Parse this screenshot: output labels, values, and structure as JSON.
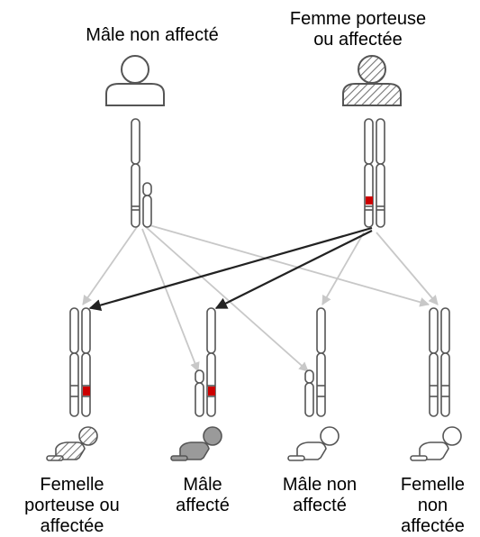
{
  "parents": {
    "father": {
      "label": "Mâle non affecté"
    },
    "mother": {
      "label_line1": "Femme porteuse",
      "label_line2": "ou affectée"
    }
  },
  "children": [
    {
      "label_line1": "Femelle",
      "label_line2": "porteuse ou",
      "label_line3": "affectée",
      "sex": "female",
      "status": "carrier"
    },
    {
      "label_line1": "Mâle",
      "label_line2": "affecté",
      "sex": "male",
      "status": "affected"
    },
    {
      "label_line1": "Mâle non",
      "label_line2": "affecté",
      "sex": "male",
      "status": "unaffected"
    },
    {
      "label_line1": "Femelle",
      "label_line2": "non",
      "label_line3": "affectée",
      "sex": "female",
      "status": "unaffected"
    }
  ],
  "colors": {
    "mutation": "#cc0000",
    "inheritance_from_mother": "#222222",
    "inheritance_from_father": "#c8c8c8",
    "outline": "#555555",
    "affected_fill": "#9a9a9a",
    "hatch": "#777777"
  }
}
